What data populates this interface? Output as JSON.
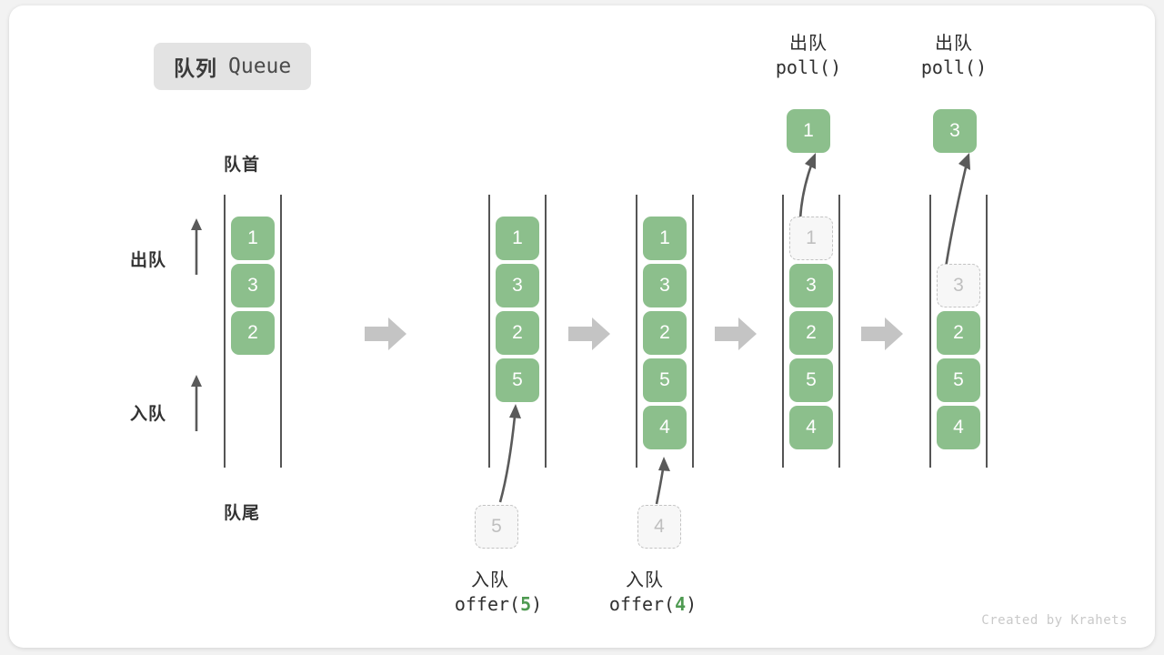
{
  "title": {
    "cn": "队列",
    "en": "Queue"
  },
  "labels": {
    "head": "队首",
    "tail": "队尾",
    "dequeue": "出队",
    "enqueue": "入队"
  },
  "colors": {
    "item_fill": "#8cbf8c",
    "item_text": "#ffffff",
    "ghost_border": "#c3c3c3",
    "ghost_fill": "#f7f7f7",
    "ghost_text": "#bfbfbf",
    "rail": "#555555",
    "arrow": "#5a5a5a",
    "block_arrow": "#c4c4c4",
    "badge_bg": "#e3e3e3",
    "accent_green": "#4e9a51",
    "canvas": "#ffffff",
    "page_bg": "#f2f2f2"
  },
  "operations": {
    "offer5": {
      "cn": "入队",
      "code_pre": "offer(",
      "arg": "5",
      "code_post": ")"
    },
    "offer4": {
      "cn": "入队",
      "code_pre": "offer(",
      "arg": "4",
      "code_post": ")"
    },
    "poll_a": {
      "cn": "出队",
      "code": "poll()"
    },
    "poll_b": {
      "cn": "出队",
      "code": "poll()"
    }
  },
  "columns": [
    {
      "name": "initial-queue",
      "items": [
        {
          "value": "1",
          "state": "filled"
        },
        {
          "value": "3",
          "state": "filled"
        },
        {
          "value": "2",
          "state": "filled"
        }
      ]
    },
    {
      "name": "after-offer-5",
      "items": [
        {
          "value": "1",
          "state": "filled"
        },
        {
          "value": "3",
          "state": "filled"
        },
        {
          "value": "2",
          "state": "filled"
        },
        {
          "value": "5",
          "state": "filled"
        }
      ]
    },
    {
      "name": "after-offer-4",
      "items": [
        {
          "value": "1",
          "state": "filled"
        },
        {
          "value": "3",
          "state": "filled"
        },
        {
          "value": "2",
          "state": "filled"
        },
        {
          "value": "5",
          "state": "filled"
        },
        {
          "value": "4",
          "state": "filled"
        }
      ]
    },
    {
      "name": "poll-removes-1",
      "items": [
        {
          "value": "1",
          "state": "ghost"
        },
        {
          "value": "3",
          "state": "filled"
        },
        {
          "value": "2",
          "state": "filled"
        },
        {
          "value": "5",
          "state": "filled"
        },
        {
          "value": "4",
          "state": "filled"
        }
      ]
    },
    {
      "name": "poll-removes-3",
      "items": [
        {
          "value": "",
          "state": "empty"
        },
        {
          "value": "3",
          "state": "ghost"
        },
        {
          "value": "2",
          "state": "filled"
        },
        {
          "value": "5",
          "state": "filled"
        },
        {
          "value": "4",
          "state": "filled"
        }
      ]
    }
  ],
  "incoming": [
    {
      "name": "incoming-5",
      "value": "5"
    },
    {
      "name": "incoming-4",
      "value": "4"
    }
  ],
  "outgoing": [
    {
      "name": "outgoing-1",
      "value": "1"
    },
    {
      "name": "outgoing-3",
      "value": "3"
    }
  ],
  "credit": "Created by Krahets"
}
